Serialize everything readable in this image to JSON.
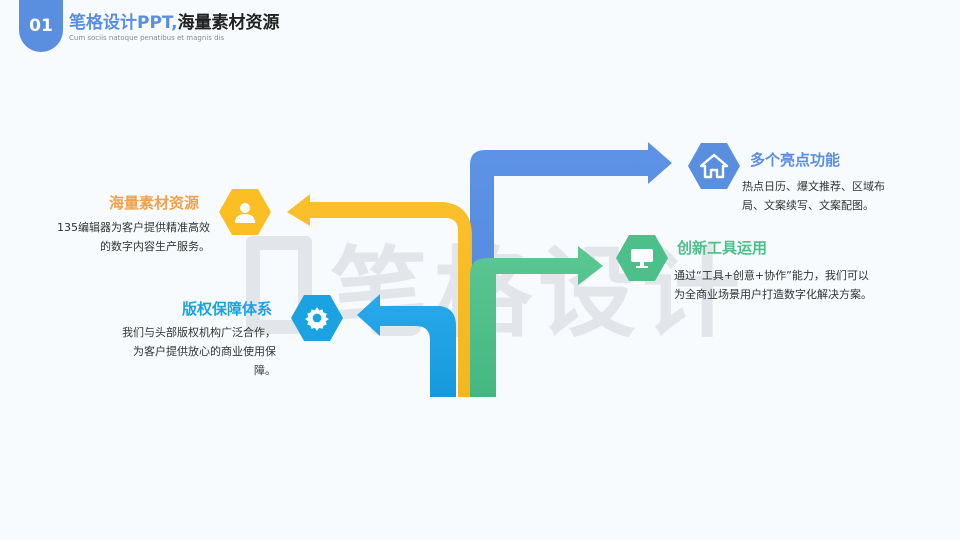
{
  "header": {
    "number": "01",
    "title_highlight": "笔格设计PPT,",
    "title_rest": "海量素材资源",
    "subtitle": "Cum sociis natoque penatibus et magnis dis"
  },
  "watermark": {
    "text": "笔格设计"
  },
  "items": [
    {
      "title": "海量素材资源",
      "desc": "135编辑器为客户提供精准高效的数字内容生产服务。",
      "icon": "user-icon",
      "color": "#f0a24f"
    },
    {
      "title": "版权保障体系",
      "desc": "我们与头部版权机构广泛合作，为客户提供放心的商业使用保障。",
      "icon": "gear-icon",
      "color": "#1aa3e0"
    },
    {
      "title": "多个亮点功能",
      "desc": "热点日历、爆文推荐、区域布局、文案续写、文案配图。",
      "icon": "home-icon",
      "color": "#5a8fe0"
    },
    {
      "title": "创新工具运用",
      "desc": "通过“工具+创意+协作”能力，我们可以为全商业场景用户打造数字化解决方案。",
      "icon": "monitor-icon",
      "color": "#4dbf8b"
    }
  ],
  "colors": {
    "blue": "#5a8fe0",
    "orange": "#f0a24f",
    "yellow": "#fbbe24",
    "cyan": "#1aa3e0",
    "green": "#4dbf8b"
  }
}
